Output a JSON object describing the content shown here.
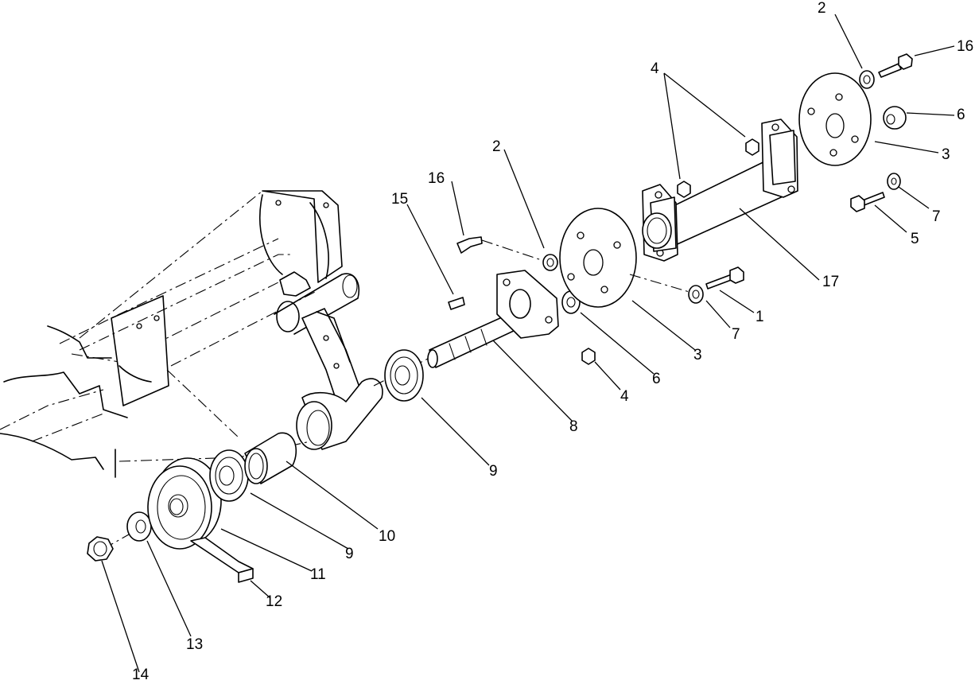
{
  "diagram": {
    "callouts": [
      {
        "id": "c2a",
        "text": "2"
      },
      {
        "id": "c16a",
        "text": "16"
      },
      {
        "id": "c4a",
        "text": "4"
      },
      {
        "id": "c6a",
        "text": "6"
      },
      {
        "id": "c3a",
        "text": "3"
      },
      {
        "id": "c7a",
        "text": "7"
      },
      {
        "id": "c5",
        "text": "5"
      },
      {
        "id": "c2b",
        "text": "2"
      },
      {
        "id": "c16b",
        "text": "16"
      },
      {
        "id": "c15",
        "text": "15"
      },
      {
        "id": "c17",
        "text": "17"
      },
      {
        "id": "c1",
        "text": "1"
      },
      {
        "id": "c7b",
        "text": "7"
      },
      {
        "id": "c3b",
        "text": "3"
      },
      {
        "id": "c6b",
        "text": "6"
      },
      {
        "id": "c4b",
        "text": "4"
      },
      {
        "id": "c8",
        "text": "8"
      },
      {
        "id": "c9a",
        "text": "9"
      },
      {
        "id": "c10",
        "text": "10"
      },
      {
        "id": "c9b",
        "text": "9"
      },
      {
        "id": "c11",
        "text": "11"
      },
      {
        "id": "c12",
        "text": "12"
      },
      {
        "id": "c13",
        "text": "13"
      },
      {
        "id": "c14",
        "text": "14"
      }
    ]
  }
}
